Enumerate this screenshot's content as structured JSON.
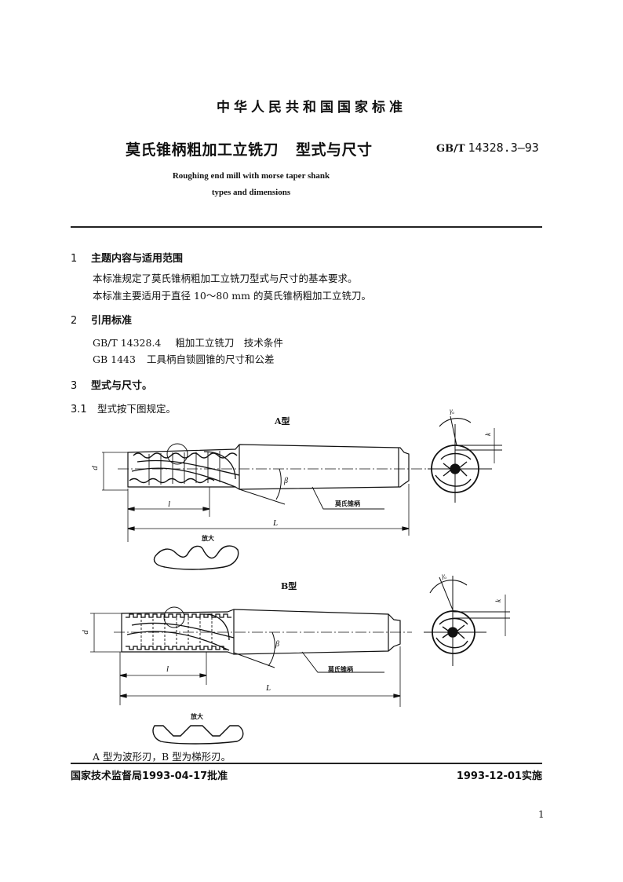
{
  "header": {
    "organization": "中华人民共和国国家标准",
    "title_cn_main": "莫氏锥柄粗加工立铣刀",
    "title_cn_sub": "型式与尺寸",
    "standard_prefix": "GB/T",
    "standard_number": "14328.3—93",
    "title_en_line1": "Roughing end mill with morse taper shank",
    "title_en_line2": "types and dimensions"
  },
  "sections": [
    {
      "number": "1",
      "heading": "主题内容与适用范围",
      "paragraphs": [
        "本标准规定了莫氏锥柄粗加工立铣刀型式与尺寸的基本要求。",
        "本标准主要适用于直径 10～80 mm 的莫氏锥柄粗加工立铣刀。"
      ]
    },
    {
      "number": "2",
      "heading": "引用标准",
      "references": [
        {
          "code": "GB/T 14328.4",
          "title": "粗加工立铣刀　技术条件"
        },
        {
          "code": "GB 1443",
          "title": "工具柄自锁圆锥的尺寸和公差"
        }
      ]
    },
    {
      "number": "3",
      "heading": "型式与尺寸。"
    },
    {
      "number": "3.1",
      "text": "型式按下图规定。"
    }
  ],
  "figures": {
    "type_a": {
      "caption": "A型",
      "dim_d": "d",
      "dim_l": "l",
      "dim_L": "L",
      "angle": "β",
      "shank_label": "莫氏锥柄",
      "enlarged_label": "放大",
      "rake_angle": "γₒ",
      "dim_k": "k"
    },
    "type_b": {
      "caption": "B型",
      "dim_d": "d",
      "dim_l": "l",
      "dim_L": "L",
      "angle": "β",
      "shank_label": "莫氏锥柄",
      "enlarged_label": "放大",
      "rake_angle": "γₒ",
      "dim_k": "k"
    },
    "note": "A 型为波形刃，B 型为梯形刃。"
  },
  "footer": {
    "approval": "国家技术监督局1993-04-17批准",
    "implementation": "1993-12-01实施",
    "page_number": "1"
  }
}
